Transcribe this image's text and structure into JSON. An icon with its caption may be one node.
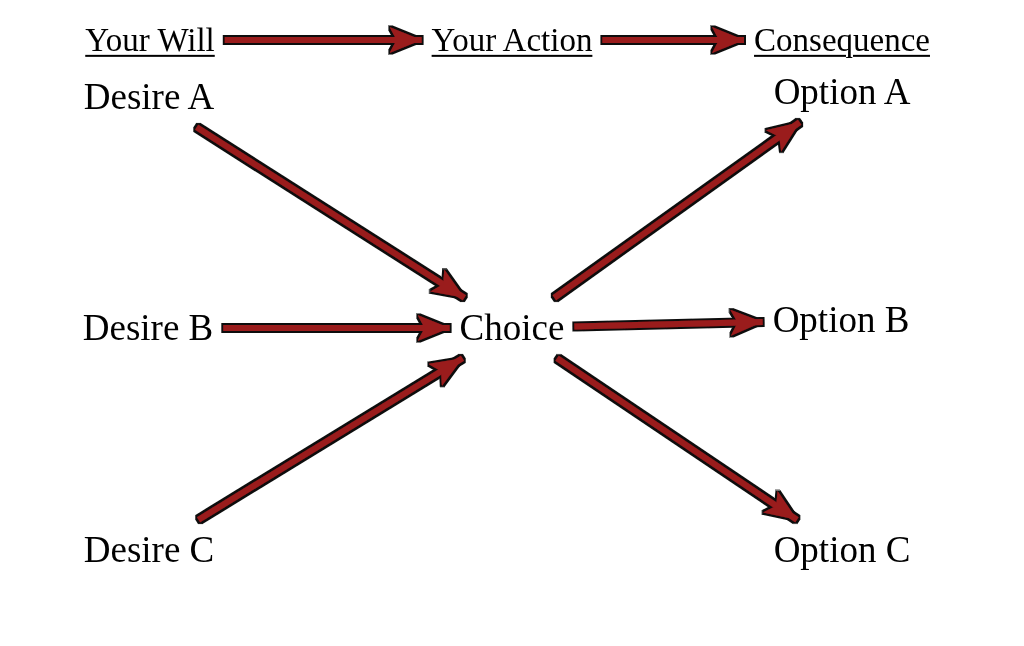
{
  "diagram": {
    "nodes": [
      {
        "text": [
          "Your Will"
        ]
      },
      {
        "text": [
          "Your Action"
        ]
      },
      {
        "text": [
          "Consequence"
        ]
      },
      {
        "text": [
          "Desire A"
        ]
      },
      {
        "text": [
          "Desire B"
        ]
      },
      {
        "text": [
          "Desire C"
        ]
      },
      {
        "text": [
          "Choice"
        ]
      },
      {
        "text": [
          "Option A"
        ]
      },
      {
        "text": [
          "Option B"
        ]
      },
      {
        "text": [
          "Option C"
        ]
      }
    ],
    "edges": [
      {
        "from": 0,
        "to": 1,
        "arrow": "to"
      },
      {
        "from": 1,
        "to": 2,
        "arrow": "to"
      },
      {
        "from": 3,
        "to": 6,
        "arrow": "to"
      },
      {
        "from": 4,
        "to": 6,
        "arrow": "to"
      },
      {
        "from": 5,
        "to": 6,
        "arrow": "to"
      },
      {
        "from": 6,
        "to": 7,
        "arrow": "to"
      },
      {
        "from": 6,
        "to": 8,
        "arrow": "to"
      },
      {
        "from": 6,
        "to": 9,
        "arrow": "to"
      }
    ]
  }
}
